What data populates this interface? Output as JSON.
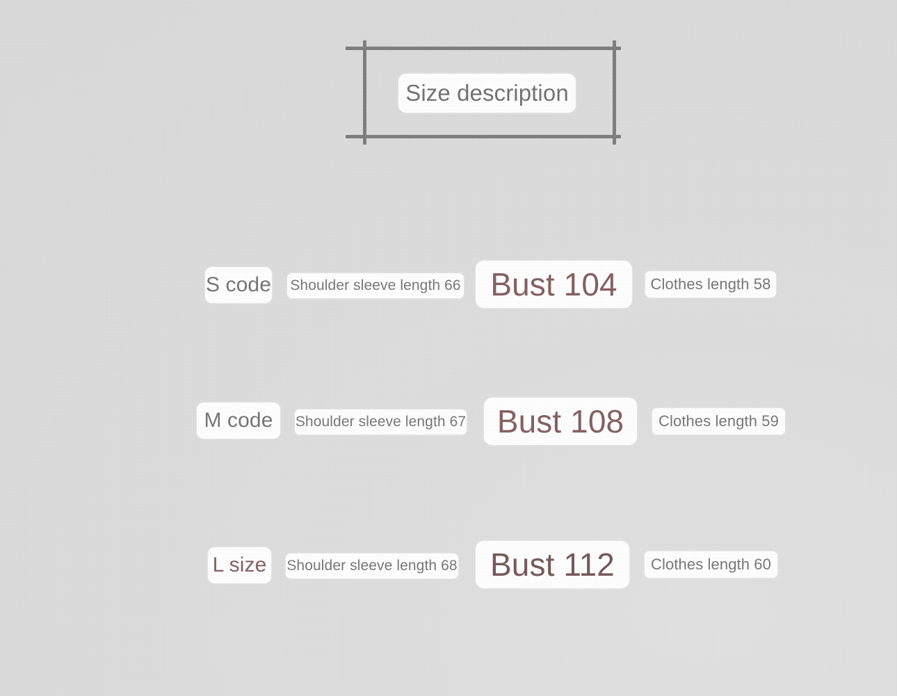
{
  "page": {
    "background_color": "#d8d8d8",
    "frame_color": "#767676"
  },
  "header": {
    "title": "Size description"
  },
  "table": {
    "columns": [
      "code",
      "shoulder_sleeve",
      "bust",
      "clothes_length"
    ],
    "rows": [
      {
        "code": "S code",
        "code_color": "#6d6d6d",
        "shoulder_sleeve": "Shoulder sleeve length 66",
        "bust": "Bust 104",
        "bust_color": "#7d5757",
        "clothes_length": "Clothes length 58"
      },
      {
        "code": "M code",
        "code_color": "#6d6d6d",
        "shoulder_sleeve": "Shoulder sleeve length 67",
        "bust": "Bust 108",
        "bust_color": "#7d5757",
        "clothes_length": "Clothes length 59"
      },
      {
        "code": "L size",
        "code_color": "#7d5757",
        "shoulder_sleeve": "Shoulder sleeve length 68",
        "bust": "Bust 112",
        "bust_color": "#6f4f4f",
        "clothes_length": "Clothes length 60"
      }
    ]
  }
}
